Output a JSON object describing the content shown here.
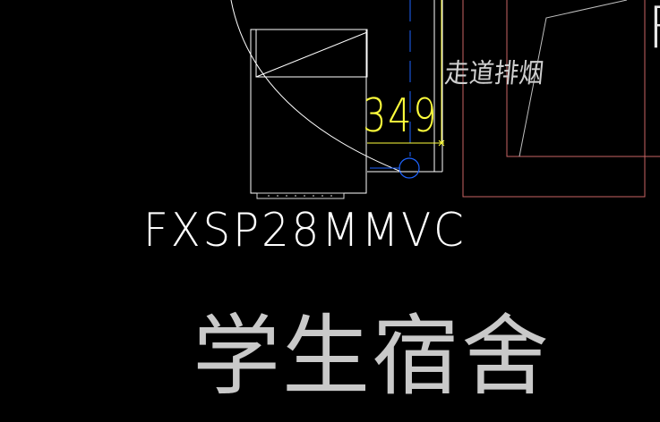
{
  "viewport": {
    "background": "#000000"
  },
  "colors": {
    "white_lines": "#ffffff",
    "light_lines": "#d9d9d9",
    "blue_axis": "#1e64ff",
    "yellow_dimension": "#ffff3c",
    "red_wall": "#c86464",
    "room_text": "#d4d4d4"
  },
  "labels": {
    "equipment_model": "FXSP28MMVC",
    "exhaust_note": "走道排烟",
    "dimension_value": "349",
    "room_name": "学生宿舍",
    "edge_fragment": "F"
  },
  "icons": {
    "equipment_unit": "fan-coil-unit-symbol",
    "pipe_marker": "circle-marker"
  }
}
